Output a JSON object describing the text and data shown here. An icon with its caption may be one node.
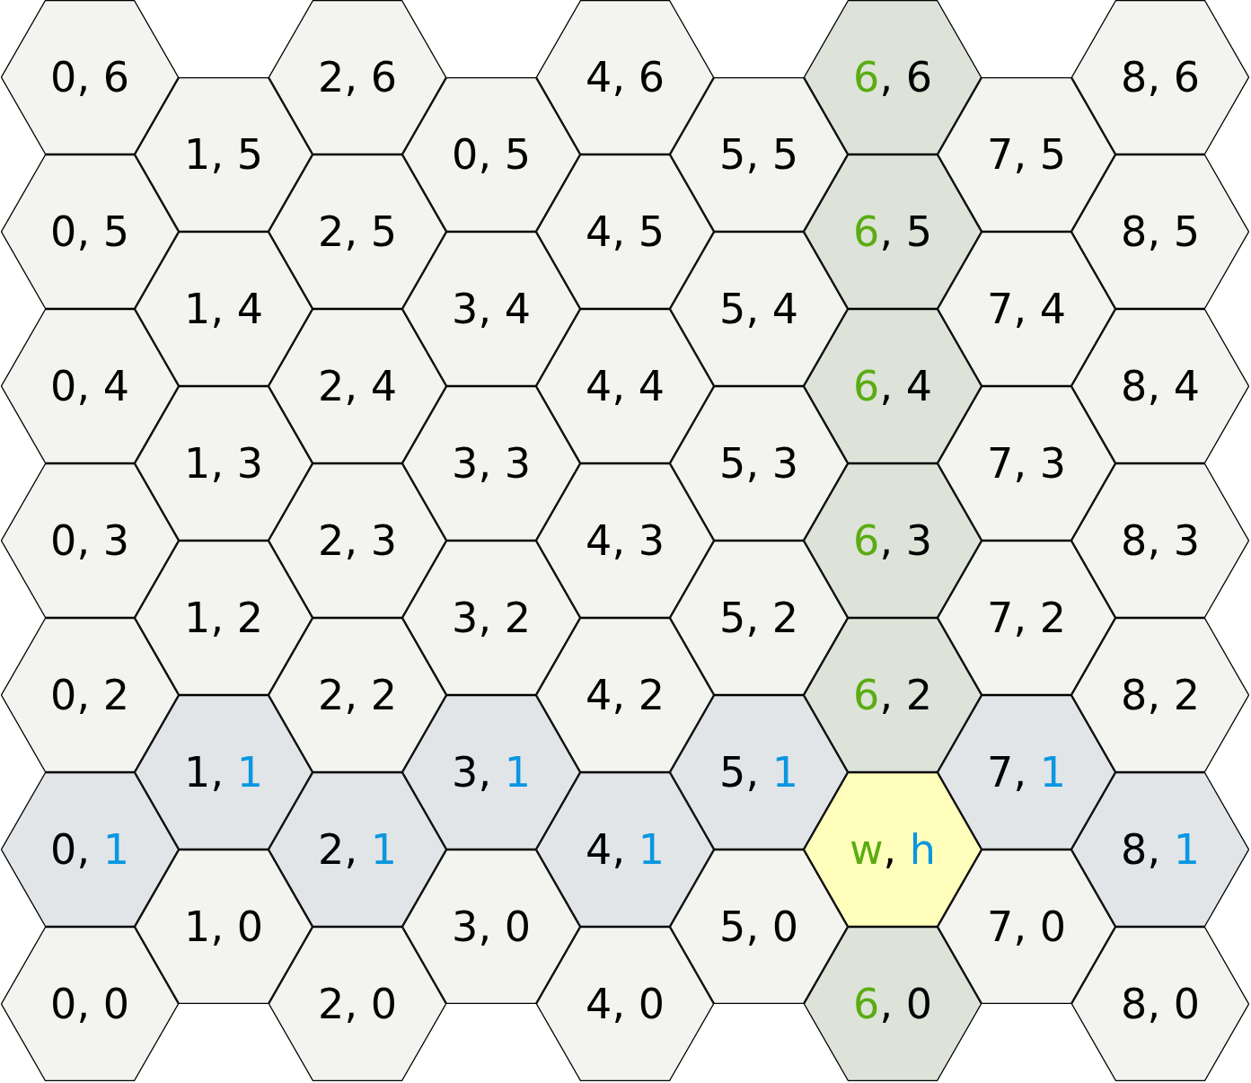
{
  "diagram": {
    "nodes": [
      {
        "text": [
          "0, 6"
        ]
      },
      {
        "text": [
          "2, 6"
        ]
      },
      {
        "text": [
          "4, 6"
        ]
      },
      {
        "text": [
          "6, 6"
        ]
      },
      {
        "text": [
          "8, 6"
        ]
      },
      {
        "text": [
          "1, 5"
        ]
      },
      {
        "text": [
          "0, 5"
        ]
      },
      {
        "text": [
          "5, 5"
        ]
      },
      {
        "text": [
          "7, 5"
        ]
      },
      {
        "text": [
          "0, 5"
        ]
      },
      {
        "text": [
          "2, 5"
        ]
      },
      {
        "text": [
          "4, 5"
        ]
      },
      {
        "text": [
          "6, 5"
        ]
      },
      {
        "text": [
          "8, 5"
        ]
      },
      {
        "text": [
          "1, 4"
        ]
      },
      {
        "text": [
          "3, 4"
        ]
      },
      {
        "text": [
          "5, 4"
        ]
      },
      {
        "text": [
          "7, 4"
        ]
      },
      {
        "text": [
          "0, 4"
        ]
      },
      {
        "text": [
          "2, 4"
        ]
      },
      {
        "text": [
          "4, 4"
        ]
      },
      {
        "text": [
          "6, 4"
        ]
      },
      {
        "text": [
          "8, 4"
        ]
      },
      {
        "text": [
          "1, 3"
        ]
      },
      {
        "text": [
          "3, 3"
        ]
      },
      {
        "text": [
          "5, 3"
        ]
      },
      {
        "text": [
          "7, 3"
        ]
      },
      {
        "text": [
          "0, 3"
        ]
      },
      {
        "text": [
          "2, 3"
        ]
      },
      {
        "text": [
          "4, 3"
        ]
      },
      {
        "text": [
          "6, 3"
        ]
      },
      {
        "text": [
          "8, 3"
        ]
      },
      {
        "text": [
          "1, 2"
        ]
      },
      {
        "text": [
          "3, 2"
        ]
      },
      {
        "text": [
          "5, 2"
        ]
      },
      {
        "text": [
          "7, 2"
        ]
      },
      {
        "text": [
          "0, 2"
        ]
      },
      {
        "text": [
          "2, 2"
        ]
      },
      {
        "text": [
          "4, 2"
        ]
      },
      {
        "text": [
          "6, 2"
        ]
      },
      {
        "text": [
          "8, 2"
        ]
      },
      {
        "text": [
          "1, 1"
        ]
      },
      {
        "text": [
          "3, 1"
        ]
      },
      {
        "text": [
          "5, 1"
        ]
      },
      {
        "text": [
          "7, 1"
        ]
      },
      {
        "text": [
          "0, 1"
        ]
      },
      {
        "text": [
          "2, 1"
        ]
      },
      {
        "text": [
          "4, 1"
        ]
      },
      {
        "text": [
          "w, h"
        ]
      },
      {
        "text": [
          "8, 1"
        ]
      },
      {
        "text": [
          "1, 0"
        ]
      },
      {
        "text": [
          "3, 0"
        ]
      },
      {
        "text": [
          "5, 0"
        ]
      },
      {
        "text": [
          "7, 0"
        ]
      },
      {
        "text": [
          "0, 0"
        ]
      },
      {
        "text": [
          "2, 0"
        ]
      },
      {
        "text": [
          "4, 0"
        ]
      },
      {
        "text": [
          "6, 0"
        ]
      },
      {
        "text": [
          "8, 0"
        ]
      }
    ]
  }
}
